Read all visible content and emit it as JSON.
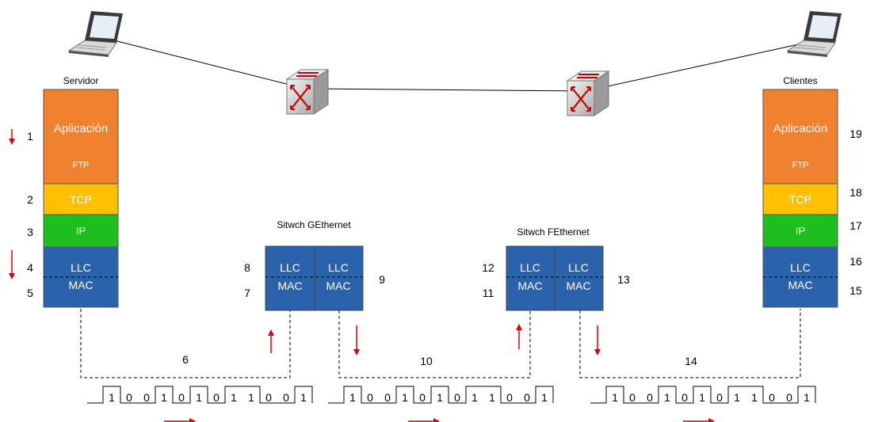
{
  "server": {
    "title": "Servidor",
    "app_label": "Aplicación",
    "ftp_label": "FTP",
    "tcp_label": "TCP",
    "ip_label": "IP",
    "llc_label": "LLC",
    "mac_label": "MAC",
    "numbers": [
      "1",
      "2",
      "3",
      "4",
      "5"
    ]
  },
  "client": {
    "title": "Clientes",
    "app_label": "Aplicación",
    "ftp_label": "FTP",
    "tcp_label": "TCP",
    "ip_label": "IP",
    "llc_label": "LLC",
    "mac_label": "MAC",
    "numbers": [
      "19",
      "18",
      "17",
      "16",
      "15"
    ]
  },
  "switch_g": {
    "title": "Sitwch GEthernet",
    "llc_label": "LLC",
    "mac_label": "MAC",
    "numbers": [
      "8",
      "7",
      "9"
    ]
  },
  "switch_f": {
    "title": "Sitwch FEthernet",
    "llc_label": "LLC",
    "mac_label": "MAC",
    "numbers": [
      "12",
      "11",
      "13"
    ]
  },
  "links": {
    "numbers": [
      "6",
      "10",
      "14"
    ]
  },
  "signal": {
    "bits": [
      "1",
      "0",
      "0",
      "1",
      "0",
      "1",
      "0",
      "1",
      "1",
      "0",
      "0",
      "1"
    ]
  },
  "colors": {
    "application": "#F0822F",
    "tcp": "#FFC000",
    "ip": "#1FBE1F",
    "link_layer": "#2B62AC",
    "arrow": "#E00000"
  }
}
